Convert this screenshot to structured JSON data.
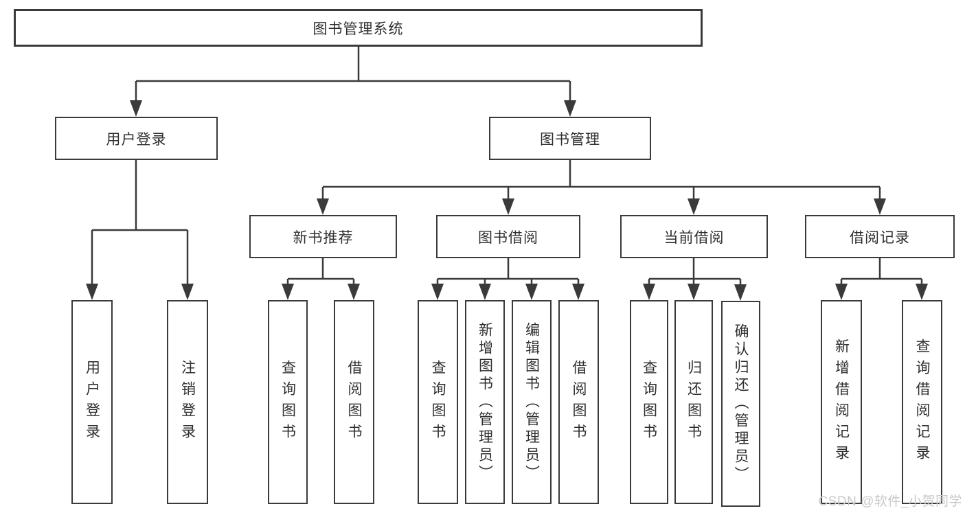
{
  "diagram": {
    "type": "hierarchy-tree",
    "colors": {
      "background": "#ffffff",
      "line": "#3a3a3a",
      "box_border": "#3a3a3a",
      "text": "#2e2e2e",
      "watermark": "#c9c9c9"
    }
  },
  "nodes": {
    "root": "图书管理系统",
    "user_login": "用户登录",
    "book_management": "图书管理",
    "new_book_recommend": "新书推荐",
    "book_borrowing": "图书借阅",
    "current_borrowing": "当前借阅",
    "borrowing_records": "借阅记录",
    "leaf_user_login": "用户登录",
    "leaf_logout_login": "注销登录",
    "leaf_query_books_recommend": "查询图书",
    "leaf_borrow_books_recommend": "借阅图书",
    "leaf_query_books_borrowing": "查询图书",
    "leaf_add_books_admin": "新增图书（管理员）",
    "leaf_edit_books_admin": "编辑图书（管理员）",
    "leaf_borrow_books_borrowing": "借阅图书",
    "leaf_query_books_current": "查询图书",
    "leaf_return_books": "归还图书",
    "leaf_confirm_return_admin": "确认归还（管理员）",
    "leaf_add_borrow_record": "新增借阅记录",
    "leaf_query_borrow_record": "查询借阅记录"
  },
  "watermark": {
    "text": "CSDN @软件_小贺同学"
  }
}
